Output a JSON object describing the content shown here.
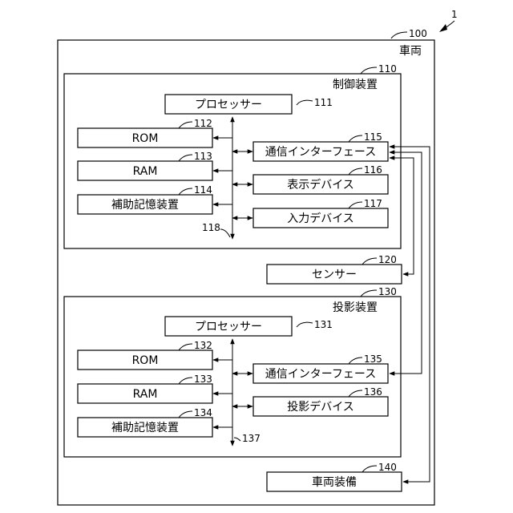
{
  "figure_ref": "1",
  "vehicle": {
    "ref": "100",
    "label": "車両"
  },
  "control": {
    "ref": "110",
    "label": "制御装置",
    "processor": {
      "ref": "111",
      "label": "プロセッサー"
    },
    "rom": {
      "ref": "112",
      "label": "ROM"
    },
    "ram": {
      "ref": "113",
      "label": "RAM"
    },
    "aux": {
      "ref": "114",
      "label": "補助記憶装置"
    },
    "comm": {
      "ref": "115",
      "label": "通信インターフェース"
    },
    "display": {
      "ref": "116",
      "label": "表示デバイス"
    },
    "input": {
      "ref": "117",
      "label": "入力デバイス"
    },
    "bus_ref": "118"
  },
  "sensor": {
    "ref": "120",
    "label": "センサー"
  },
  "projection": {
    "ref": "130",
    "label": "投影装置",
    "processor": {
      "ref": "131",
      "label": "プロセッサー"
    },
    "rom": {
      "ref": "132",
      "label": "ROM"
    },
    "ram": {
      "ref": "133",
      "label": "RAM"
    },
    "aux": {
      "ref": "134",
      "label": "補助記憶装置"
    },
    "comm": {
      "ref": "135",
      "label": "通信インターフェース"
    },
    "projector": {
      "ref": "136",
      "label": "投影デバイス"
    },
    "bus_ref": "137"
  },
  "equipment": {
    "ref": "140",
    "label": "車両装備"
  }
}
